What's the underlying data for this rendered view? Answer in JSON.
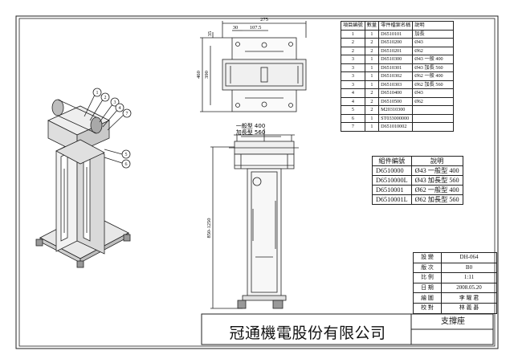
{
  "parts_table": {
    "headers": [
      "項目編號",
      "數量",
      "零件檔案名稱",
      "說明"
    ],
    "rows": [
      [
        "1",
        "1",
        "D6510101",
        "加長"
      ],
      [
        "2",
        "2",
        "D6510200",
        "Ø43"
      ],
      [
        "2",
        "2",
        "D6510201",
        "Ø62"
      ],
      [
        "3",
        "1",
        "D6510300",
        "Ø43 一般 400"
      ],
      [
        "3",
        "1",
        "D6510301",
        "Ø43 加長 560"
      ],
      [
        "3",
        "1",
        "D6510302",
        "Ø62 一般 400"
      ],
      [
        "3",
        "1",
        "D6510303",
        "Ø62 加長 560"
      ],
      [
        "4",
        "2",
        "D6510400",
        "Ø43"
      ],
      [
        "4",
        "2",
        "D6510500",
        "Ø62"
      ],
      [
        "5",
        "2",
        "M20310300",
        ""
      ],
      [
        "6",
        "1",
        "ST033000000",
        ""
      ],
      [
        "7",
        "1",
        "D651010002",
        ""
      ]
    ]
  },
  "assembly_table": {
    "headers": [
      "組件編號",
      "說明"
    ],
    "rows": [
      [
        "D6510000",
        "Ø43 一般型 400"
      ],
      [
        "D6510000L",
        "Ø43 加長型 560"
      ],
      [
        "D6510001",
        "Ø62 一般型 400"
      ],
      [
        "D6510001L",
        "Ø62 加長型 560"
      ]
    ]
  },
  "title_block": {
    "rows": [
      {
        "label": "設 變",
        "value": "DH-064"
      },
      {
        "label": "版 次",
        "value": "B0"
      },
      {
        "label": "比 例",
        "value": "1:11"
      },
      {
        "label": "日 期",
        "value": "2008.05.20"
      },
      {
        "label": "繪 圖",
        "value": "李 曜 君"
      },
      {
        "label": "校 對",
        "value": "林 義 碁"
      }
    ],
    "drawing_name": "支撐座",
    "company": "冠通機電股份有限公司"
  },
  "dimensions": {
    "top_width": "275",
    "top_offset_30": "30",
    "top_offset_107": "107.5",
    "left_35": "35",
    "height_460": "460",
    "height_390": "390",
    "note_standard": "一般型 400",
    "note_long": "加長型 560",
    "front_height": "850-1250"
  },
  "balloons": [
    "1",
    "2",
    "3",
    "4",
    "5",
    "6",
    "7"
  ]
}
